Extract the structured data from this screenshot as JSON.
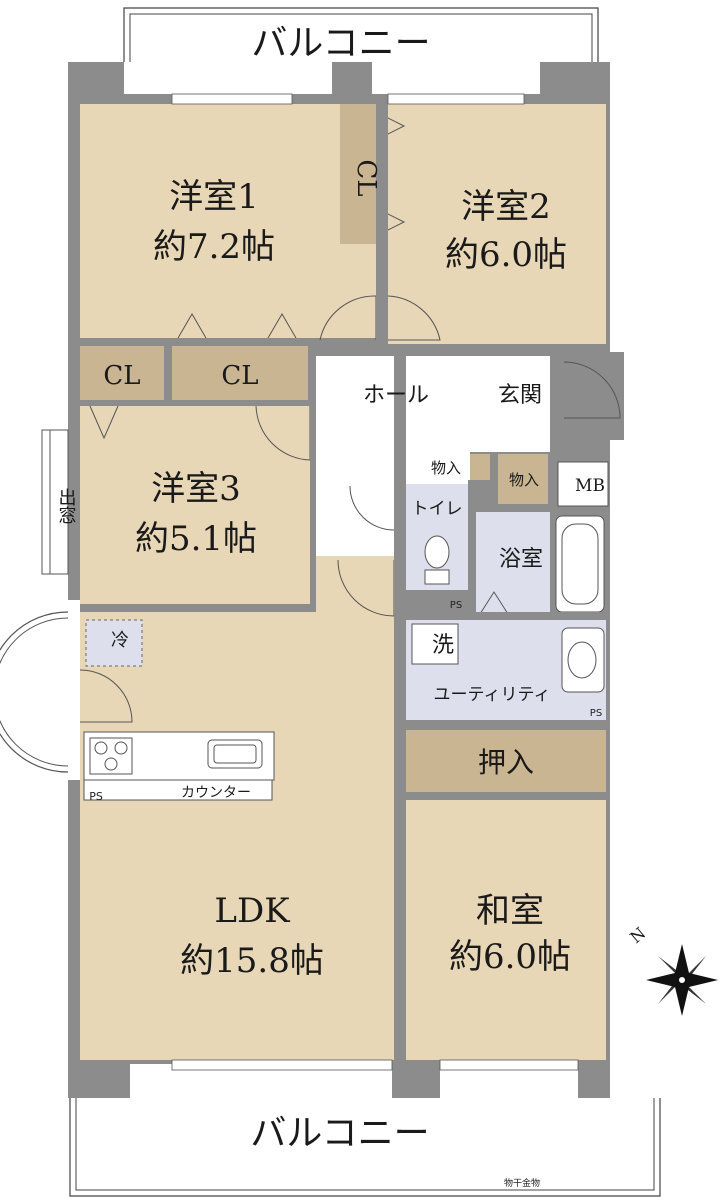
{
  "balcony_top": "バルコニー",
  "balcony_bottom": "バルコニー",
  "rooms": {
    "western1": {
      "name": "洋室1",
      "size": "約7.2帖"
    },
    "western2": {
      "name": "洋室2",
      "size": "約6.0帖"
    },
    "western3": {
      "name": "洋室3",
      "size": "約5.1帖"
    },
    "ldk": {
      "name": "LDK",
      "size": "約15.8帖"
    },
    "japanese": {
      "name": "和室",
      "size": "約6.0帖"
    }
  },
  "labels": {
    "cl_vertical": "CL",
    "cl_left": "CL",
    "cl_right": "CL",
    "hall": "ホール",
    "entrance": "玄関",
    "storage1": "物入",
    "storage2": "物入",
    "mb": "MB",
    "toilet": "トイレ",
    "bath": "浴室",
    "wash": "洗",
    "utility": "ユーティリティ",
    "ps1": "PS",
    "ps2": "PS",
    "ps3": "PS",
    "oshiire": "押入",
    "bay_window": "出窓",
    "fridge": "冷",
    "counter": "カウンター",
    "laundry_hanger": "物干金物",
    "compass_n": "N"
  },
  "colors": {
    "room_fill": "#e8d7b6",
    "closet_fill": "#c9b592",
    "wet_fill": "#dde0ec",
    "wall": "#8c8c8c"
  }
}
